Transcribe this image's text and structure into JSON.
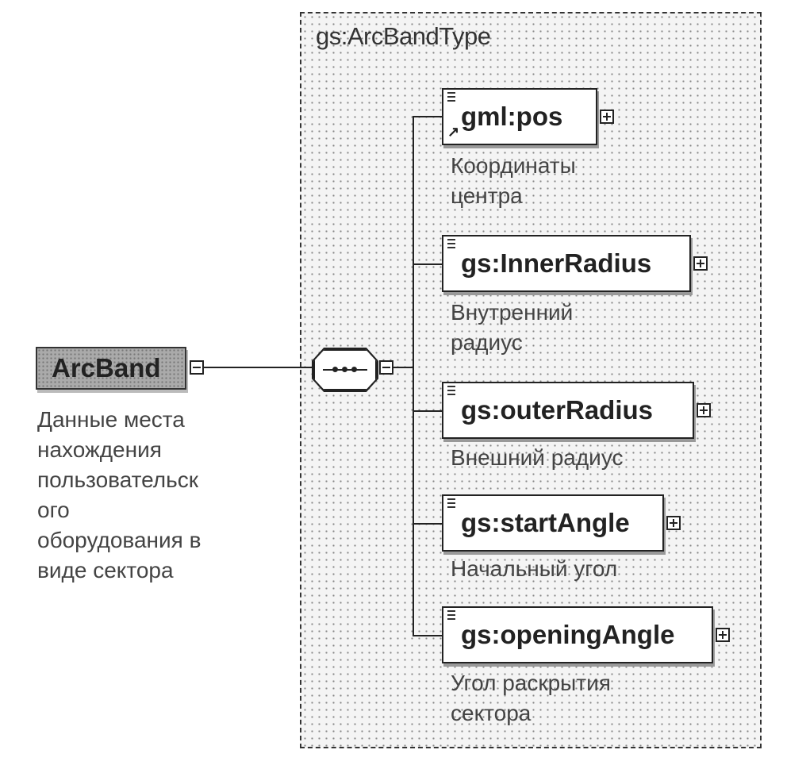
{
  "type_name": "gs:ArcBandType",
  "root": {
    "name": "ArcBand",
    "description": [
      "Данные места",
      "нахождения",
      "пользовательск",
      "ого",
      "оборудования в",
      "виде сектора"
    ]
  },
  "compositor": "sequence",
  "elements": [
    {
      "name": "gml:pos",
      "description": [
        "Координаты",
        "центра"
      ]
    },
    {
      "name": "gs:InnerRadius",
      "description": [
        "Внутренний",
        "радиус"
      ]
    },
    {
      "name": "gs:outerRadius",
      "description": [
        "Внешний радиус"
      ]
    },
    {
      "name": "gs:startAngle",
      "description": [
        "Начальный угол"
      ]
    },
    {
      "name": "gs:openingAngle",
      "description": [
        "Угол раскрытия",
        "сектора"
      ]
    }
  ]
}
